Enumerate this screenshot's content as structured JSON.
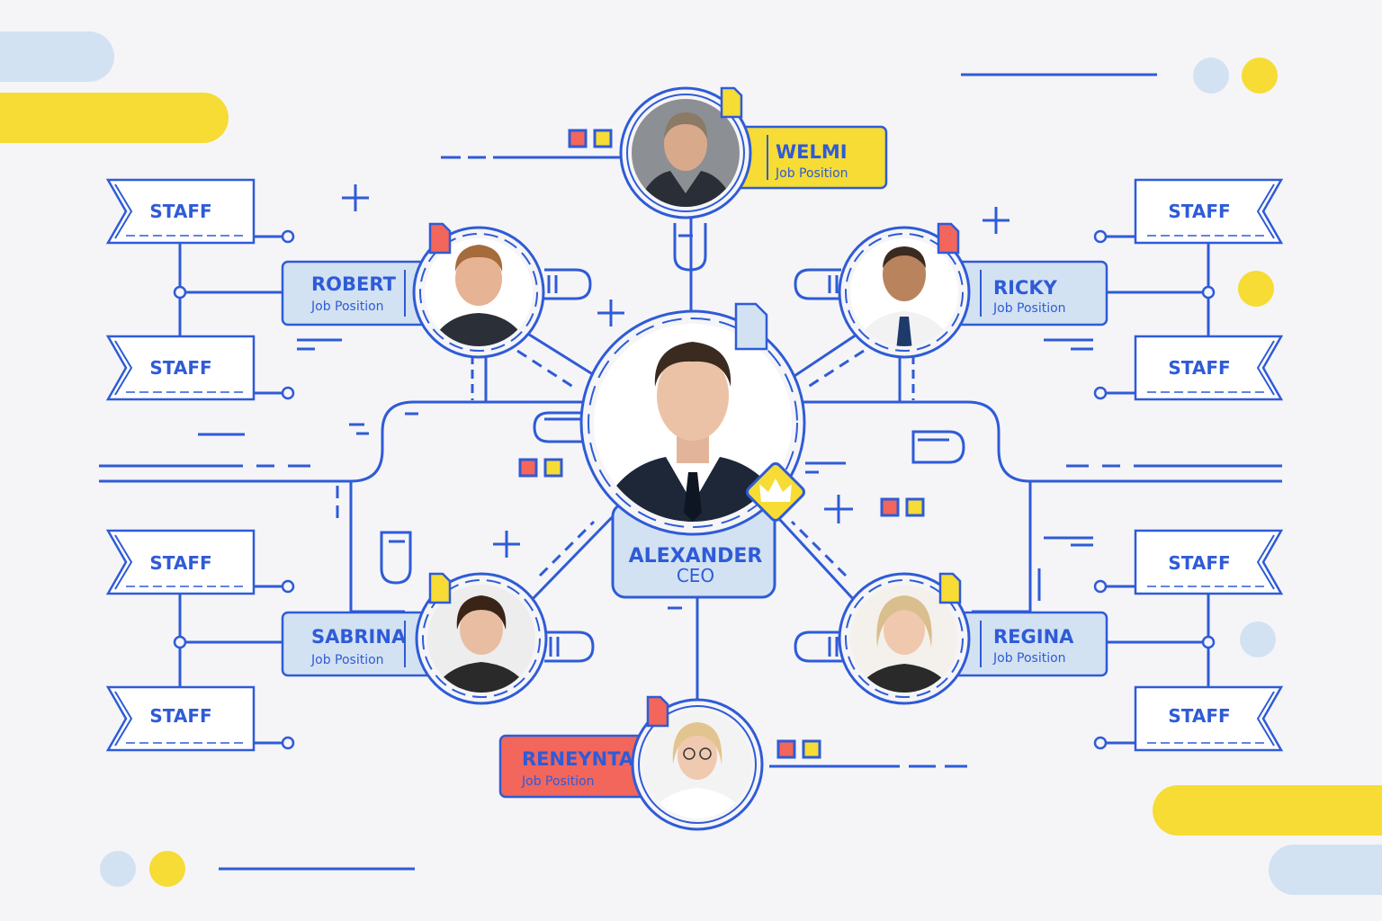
{
  "colors": {
    "line": "#2f5bd7",
    "yellow": "#f6dc34",
    "light_blue": "#d3e2f2",
    "red": "#f2665c",
    "background": "#f5f5f7"
  },
  "ceo": {
    "name": "ALEXANDER",
    "title": "CEO",
    "badge_icon": "crown-icon"
  },
  "members": [
    {
      "id": "welmi",
      "name": "WELMI",
      "position": "Job Position"
    },
    {
      "id": "robert",
      "name": "ROBERT",
      "position": "Job Position"
    },
    {
      "id": "ricky",
      "name": "RICKY",
      "position": "Job Position"
    },
    {
      "id": "sabrina",
      "name": "SABRINA",
      "position": "Job Position"
    },
    {
      "id": "regina",
      "name": "REGINA",
      "position": "Job Position"
    },
    {
      "id": "reneynta",
      "name": "RENEYNTA",
      "position": "Job Position"
    }
  ],
  "staff_label": "STAFF"
}
